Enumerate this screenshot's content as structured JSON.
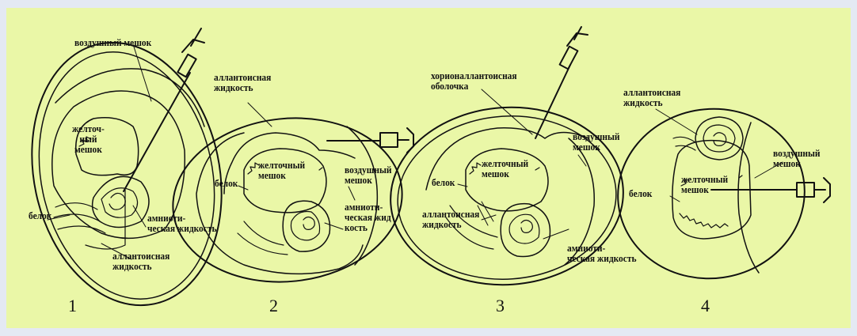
{
  "figure": {
    "colors": {
      "background": "#eaf7a7",
      "outer": "#e4e9f3",
      "ink": "#111111"
    },
    "panels": [
      {
        "number": "1",
        "labels": {
          "air_sac": "воздушный мешок",
          "yolk_sac": "желточ-\nный\nмешок",
          "white": "белок",
          "amniotic": "амниоти-\nческая жидкость",
          "allantoic": "аллантоисная\nжидкость"
        }
      },
      {
        "number": "2",
        "labels": {
          "allantoic": "аллантоисная\nжидкость",
          "yolk_sac": "желточный\nмешок",
          "white": "белок",
          "air_sac": "воздушный\nмешок",
          "amniotic": "амниоти-\nческая жид\nкость"
        }
      },
      {
        "number": "3",
        "labels": {
          "chorioallantoic": "хорионаллантоисная\nоболочка",
          "yolk_sac": "желточный\nмешок",
          "white": "белок",
          "air_sac": "воздушный\nмешок",
          "allantoic": "аллантоисная\nжидкость",
          "amniotic": "амниоти-\nческая жидкость"
        }
      },
      {
        "number": "4",
        "labels": {
          "allantoic": "аллантоисная\nжидкость",
          "air_sac": "воздушный\nмешок",
          "white": "белок",
          "yolk_sac": "желточный\nмешок"
        }
      }
    ]
  }
}
